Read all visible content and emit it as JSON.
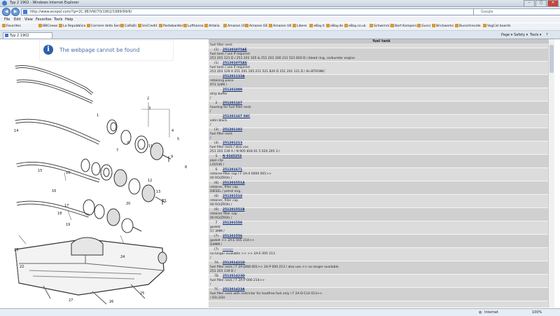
{
  "window": {
    "title": "Typ 2 1902 - Windows Internet Explorer",
    "min": "–",
    "max": "□",
    "close": "✕"
  },
  "address": {
    "url": "http://www.ecopol.com/?g=2C.9E/VW/70/1902/1989/99/6/",
    "search_placeholder": "Google"
  },
  "menu": [
    "File",
    "Edit",
    "View",
    "Favorites",
    "Tools",
    "Help"
  ],
  "favorites": {
    "label": "Favorites",
    "items": [
      "BBCnews",
      "La Repubblica",
      "Corriere della Sera",
      "CoRaDi",
      "UniCredit",
      "PostebanKer",
      "Lufthansa",
      "Alitalia",
      "Amazon US",
      "Amazon DE",
      "Amazon UK",
      "Libero",
      "eBay.it",
      "eBay.de",
      "eBay.co.uk",
      "Schwimm3",
      "Bart Kampers",
      "Gunci",
      "Brickwerks",
      "Busschrevide",
      "VagCat boards"
    ]
  },
  "tab": {
    "label": "Typ 2 1902"
  },
  "commands": [
    "Page ▾",
    "Safety ▾",
    "Tools ▾",
    "?"
  ],
  "error": {
    "message": "The webpage cannot be found"
  },
  "parts": {
    "heading": "fuel tank",
    "rows": [
      {
        "lines": [
          {
            "pos": "",
            "pn": "",
            "text": "fuel filler neck"
          }
        ]
      },
      {
        "lines": [
          {
            "pos": "(1)",
            "pn": "251201075AE",
            "text": ""
          },
          {
            "pos": "",
            "pn": "",
            "text": "fuel tank / use if required"
          },
          {
            "pos": "",
            "pn": "",
            "text": "251 201 121 D / 251 201 105 & 251 201 100 211 521 820 D / bleed ring, carburetor engine"
          }
        ]
      },
      {
        "lines": [
          {
            "pos": "(1)",
            "pn": "251201075AS",
            "text": ""
          },
          {
            "pos": "",
            "pn": "",
            "text": "fuel tank / use if required"
          },
          {
            "pos": "",
            "pn": "",
            "text": "251 201 129 A 251 201 105 211 521 820 D 251 201 121 D / 6L-BTRONIC"
          }
        ]
      },
      {
        "lines": [
          {
            "pos": "",
            "pn": "251201133A",
            "text": ""
          },
          {
            "pos": "",
            "pn": "",
            "text": "retaining piece"
          },
          {
            "pos": "",
            "pn": "",
            "text": "973 3/4M /"
          }
        ]
      },
      {
        "lines": [
          {
            "pos": "",
            "pn": "251201089",
            "text": ""
          },
          {
            "pos": "",
            "pn": "",
            "text": "strip buffer"
          },
          {
            "pos": "",
            "pn": "",
            "text": "/"
          }
        ]
      },
      {
        "lines": [
          {
            "pos": "2",
            "pn": "251201167",
            "text": ""
          },
          {
            "pos": "",
            "pn": "",
            "text": "housing for fuel filler neck"
          },
          {
            "pos": "",
            "pn": "",
            "text": "/"
          }
        ]
      },
      {
        "lines": [
          {
            "pos": "",
            "pn": "251201167 04C",
            "text": ""
          },
          {
            "pos": "",
            "pn": "",
            "text": "satin black"
          },
          {
            "pos": "",
            "pn": "",
            "text": "/"
          }
        ]
      },
      {
        "lines": [
          {
            "pos": "(3)",
            "pn": "251201193",
            "text": ""
          },
          {
            "pos": "",
            "pn": "",
            "text": "fuel filler neck"
          },
          {
            "pos": "",
            "pn": "",
            "text": "/"
          }
        ]
      },
      {
        "lines": [
          {
            "pos": "(4)",
            "pn": "251201213",
            "text": ""
          },
          {
            "pos": "",
            "pn": "",
            "text": "fuel filler neck / also use"
          },
          {
            "pos": "",
            "pn": "",
            "text": "251 201 139 A / N 905 818 01 5 020 205 3 /"
          }
        ]
      },
      {
        "lines": [
          {
            "pos": "5",
            "pn": "N 0245253",
            "text": ""
          },
          {
            "pos": "",
            "pn": "",
            "text": "pipe clip"
          },
          {
            "pos": "",
            "pn": "",
            "text": "LA5546 /"
          }
        ]
      },
      {
        "lines": [
          {
            "pos": "6",
            "pn": "251201671",
            "text": ""
          },
          {
            "pos": "",
            "pn": "",
            "text": "retainer-filler cap / F 2A-4 0000 001>>"
          },
          {
            "pos": "",
            "pn": "",
            "text": "00 RO/ZROU /"
          }
        ]
      },
      {
        "lines": [
          {
            "pos": "(6)",
            "pn": "251201551A",
            "text": ""
          },
          {
            "pos": "",
            "pn": "",
            "text": "retainer, filler cap"
          },
          {
            "pos": "",
            "pn": "",
            "text": "DIESEL / petrol eng."
          }
        ]
      },
      {
        "lines": [
          {
            "pos": "(6)",
            "pn": "251201518",
            "text": ""
          },
          {
            "pos": "",
            "pn": "",
            "text": "retainer, filler cap"
          },
          {
            "pos": "",
            "pn": "",
            "text": "00 RO/ZROU /"
          }
        ]
      },
      {
        "lines": [
          {
            "pos": "(6)",
            "pn": "251201551B",
            "text": ""
          },
          {
            "pos": "",
            "pn": "",
            "text": "retainer filler cap"
          },
          {
            "pos": "",
            "pn": "",
            "text": "00 RO/ZROU /"
          }
        ]
      },
      {
        "lines": [
          {
            "pos": "7",
            "pn": "251201558",
            "text": ""
          },
          {
            "pos": "",
            "pn": "",
            "text": "gasket"
          },
          {
            "pos": "",
            "pn": "",
            "text": "57 3MM /"
          }
        ]
      },
      {
        "lines": [
          {
            "pos": "(7)",
            "pn": "251201556",
            "text": ""
          },
          {
            "pos": "",
            "pn": "",
            "text": "gasket >> 2A-E 005 214>>"
          },
          {
            "pos": "",
            "pn": "",
            "text": "D4MM /"
          }
        ]
      },
      {
        "lines": [
          {
            "pos": "(7)",
            "pn": "--------",
            "text": ""
          },
          {
            "pos": "",
            "pn": "",
            "text": "no longer available >> >> 2A-E 005 213"
          },
          {
            "pos": "",
            "pn": "",
            "text": "/"
          }
        ]
      },
      {
        "lines": [
          {
            "pos": "7A",
            "pn": "251201421D",
            "text": ""
          },
          {
            "pos": "",
            "pn": "",
            "text": "fuel filler neck / F 2A-J068 001>> 24-P 000 213 / also use >> no longer available"
          },
          {
            "pos": "",
            "pn": "",
            "text": "251 201 139 D /"
          }
        ]
      },
      {
        "lines": [
          {
            "pos": "7B",
            "pn": "251201423D",
            "text": ""
          },
          {
            "pos": "",
            "pn": "",
            "text": "fuel filler neck / F 2A-P 000 214>>"
          },
          {
            "pos": "",
            "pn": "",
            "text": "/"
          }
        ]
      },
      {
        "lines": [
          {
            "pos": "7C",
            "pn": "251201423A",
            "text": ""
          },
          {
            "pos": "",
            "pn": "",
            "text": "fuel filler neck with restrictor for leadfree fuel only / F 2A-D-114 013>>"
          },
          {
            "pos": "",
            "pn": "",
            "text": "/ D1L1GH"
          }
        ]
      }
    ]
  },
  "diagram": {
    "callouts": [
      "1",
      "2",
      "3",
      "4",
      "5",
      "6",
      "7",
      "8",
      "9",
      "10",
      "11",
      "12",
      "13",
      "14",
      "15",
      "16",
      "17",
      "18",
      "19",
      "20",
      "21",
      "22",
      "23",
      "24",
      "25",
      "26",
      "27"
    ]
  },
  "status": {
    "zone": "Internet",
    "zoom": "100%"
  }
}
